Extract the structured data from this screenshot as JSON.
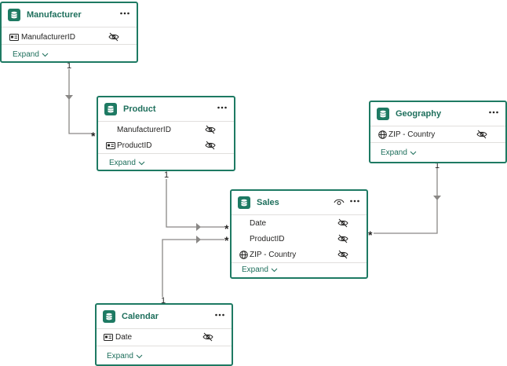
{
  "tables": {
    "manufacturer": {
      "title": "Manufacturer",
      "fields": [
        {
          "name": "ManufacturerID",
          "icon": "id-card-icon"
        }
      ],
      "expand": "Expand"
    },
    "product": {
      "title": "Product",
      "fields": [
        {
          "name": "ManufacturerID",
          "icon": ""
        },
        {
          "name": "ProductID",
          "icon": "id-card-icon"
        }
      ],
      "expand": "Expand"
    },
    "geography": {
      "title": "Geography",
      "fields": [
        {
          "name": "ZIP - Country",
          "icon": "globe-icon"
        }
      ],
      "expand": "Expand"
    },
    "sales": {
      "title": "Sales",
      "fields": [
        {
          "name": "Date",
          "icon": ""
        },
        {
          "name": "ProductID",
          "icon": ""
        },
        {
          "name": "ZIP - Country",
          "icon": "globe-icon"
        }
      ],
      "expand": "Expand"
    },
    "calendar": {
      "title": "Calendar",
      "fields": [
        {
          "name": "Date",
          "icon": "id-card-icon"
        }
      ],
      "expand": "Expand"
    }
  },
  "relationships": {
    "manufacturer_product": {
      "one": "1",
      "many": "*"
    },
    "product_sales": {
      "one": "1",
      "many": "*"
    },
    "calendar_sales": {
      "one": "1",
      "many": "*"
    },
    "geography_sales": {
      "one": "1",
      "many": "*"
    }
  },
  "colors": {
    "accent": "#1e7a63",
    "line": "#8a8886"
  }
}
